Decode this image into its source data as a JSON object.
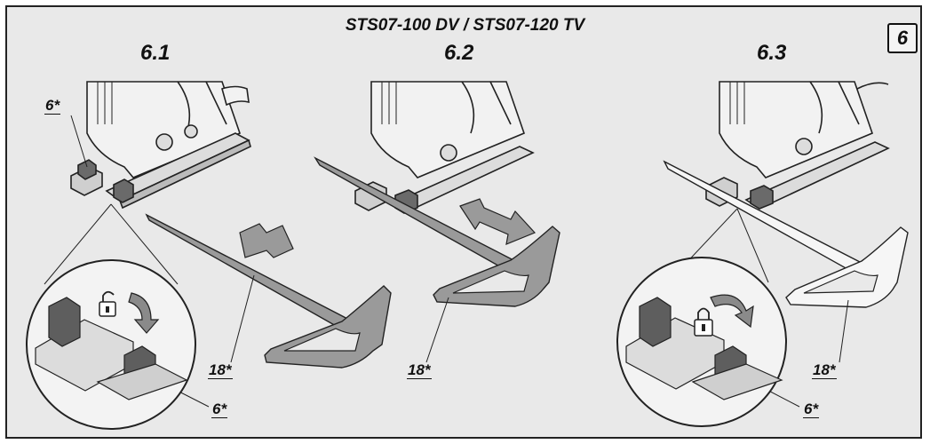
{
  "header": {
    "title": "STS07-100 DV / STS07-120 TV",
    "figure_number": "6"
  },
  "steps": [
    {
      "label": "6.1"
    },
    {
      "label": "6.2"
    },
    {
      "label": "6.3"
    }
  ],
  "callouts": {
    "step1_part_6": "6*",
    "step1_guide_18": "18*",
    "step1_detail_6": "6*",
    "step2_guide_18": "18*",
    "step3_guide_18": "18*",
    "step3_detail_6": "6*"
  },
  "icons": {
    "unlock": "unlock-icon",
    "lock": "lock-icon",
    "insert_arrow": "arrow-right-icon",
    "adjust_arrow": "double-arrow-icon",
    "rotate_arrow": "curved-arrow-icon"
  },
  "colors": {
    "background": "#e9e9e9",
    "line": "#222222",
    "guide_fill": "#8e8e8e",
    "arrow_fill": "#9a9a9a"
  }
}
